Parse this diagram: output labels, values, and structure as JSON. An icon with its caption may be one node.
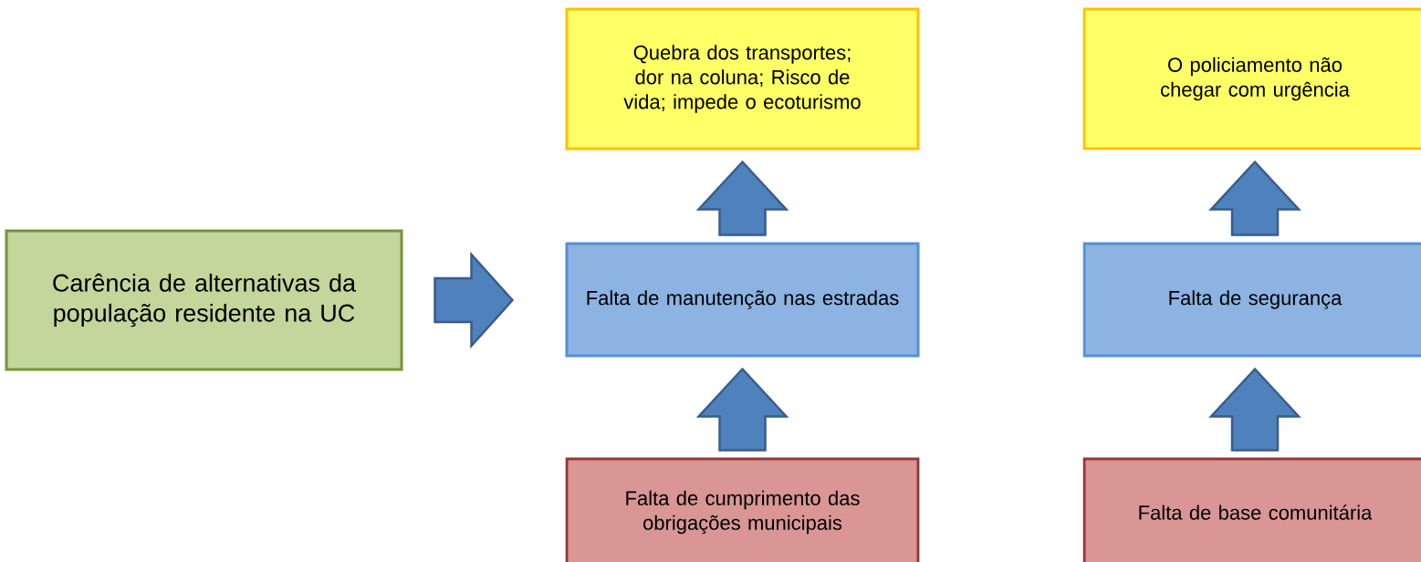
{
  "diagram": {
    "nodes": [
      {
        "text": [
          "Carência de alternativas da população residente na UC"
        ]
      },
      {
        "text": [
          "Quebra dos transportes; dor na coluna; Risco de vida; impede o ecoturismo"
        ]
      },
      {
        "text": [
          "Falta de manutenção nas estradas"
        ]
      },
      {
        "text": [
          "Falta de cumprimento das obrigações municipais"
        ]
      },
      {
        "text": [
          "O policiamento não chegar com urgência"
        ]
      },
      {
        "text": [
          "Falta de segurança"
        ]
      },
      {
        "text": [
          "Falta de base comunitária"
        ]
      }
    ],
    "edges": [
      {
        "from": 0,
        "to": 2,
        "arrow": "to"
      },
      {
        "from": 2,
        "to": 1,
        "arrow": "to"
      },
      {
        "from": 3,
        "to": 2,
        "arrow": "to"
      },
      {
        "from": 5,
        "to": 4,
        "arrow": "to"
      },
      {
        "from": 6,
        "to": 5,
        "arrow": "to"
      }
    ]
  }
}
